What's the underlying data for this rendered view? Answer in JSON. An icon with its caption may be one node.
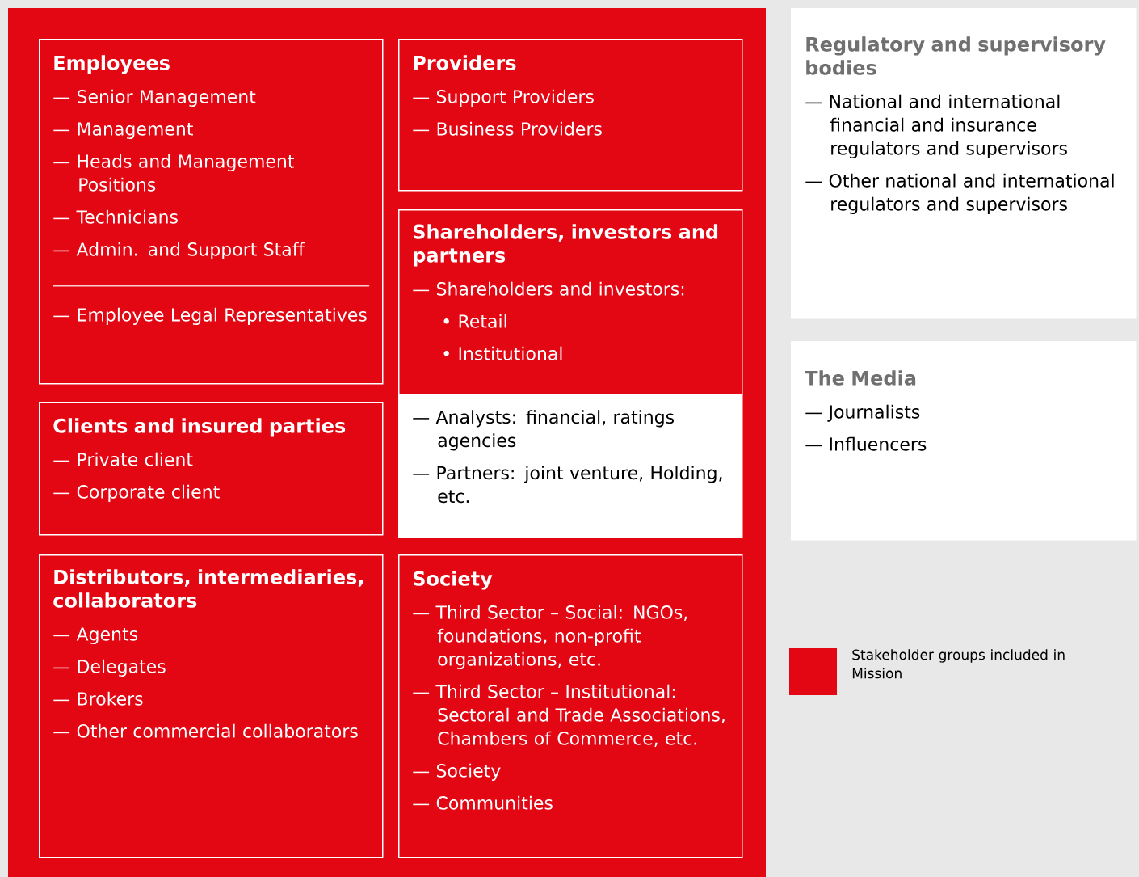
{
  "diagram": {
    "nodes": [
      {
        "text": [
          "Employees",
          "— Senior Management",
          "— Management",
          "— Heads and Management Positions",
          "— Technicians",
          "— Admin. and Support Staff",
          "— Employee Legal Representatives"
        ]
      },
      {
        "text": [
          "Providers",
          "— Support Providers",
          "— Business Providers"
        ]
      },
      {
        "text": [
          "Shareholders, investors and partners",
          "— Shareholders and investors:",
          "• Retail",
          "• Institutional"
        ]
      },
      {
        "text": [
          "— Analysts: financial, ratings agencies",
          "— Partners: joint venture, Holding, etc."
        ]
      },
      {
        "text": [
          "Clients and insured parties",
          "— Private client",
          "— Corporate client"
        ]
      },
      {
        "text": [
          "Distributors, intermediaries, collaborators",
          "— Agents",
          "— Delegates",
          "— Brokers",
          "— Other commercial collaborators"
        ]
      },
      {
        "text": [
          "Society",
          "— Third Sector – Social: NGOs, foundations, non-profit organizations, etc.",
          "— Third Sector – Institutional: Sectoral and Trade Associations, Chambers of Commerce, etc.",
          "— Society",
          "— Communities"
        ]
      },
      {
        "text": [
          "Regulatory and supervisory bodies",
          "— National and international financial and insurance regulators and supervisors",
          "— Other national and international regulators and supervisors"
        ]
      },
      {
        "text": [
          "The Media",
          "— Journalists",
          "— Influencers"
        ]
      }
    ],
    "legend": [
      {
        "text": "Stakeholder groups included in Mission",
        "color": "#e30613"
      }
    ]
  }
}
